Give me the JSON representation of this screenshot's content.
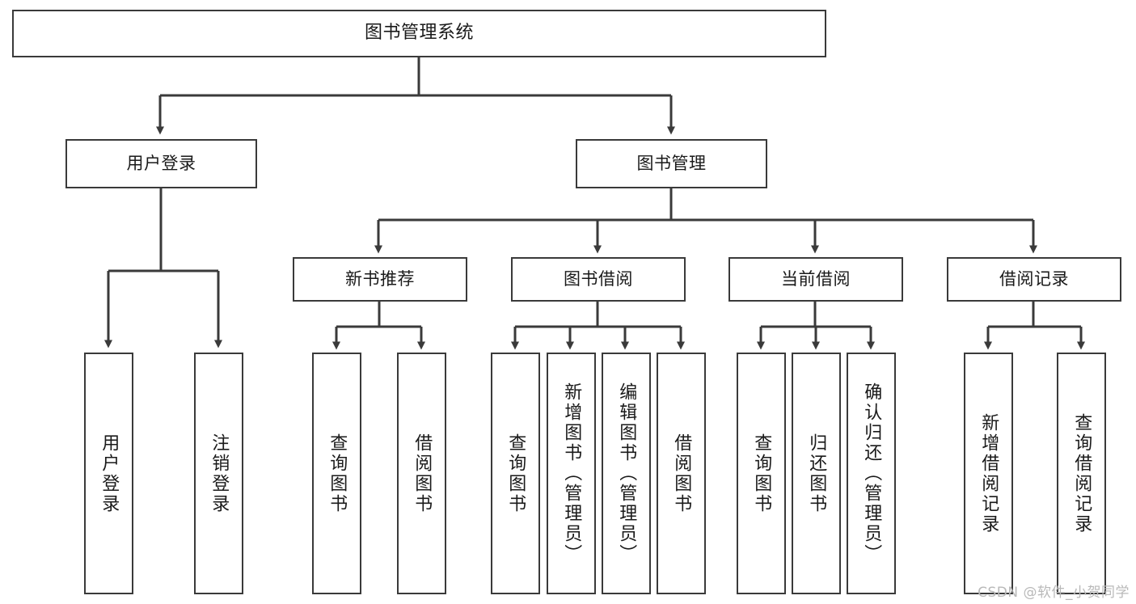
{
  "diagram": {
    "title": "图书管理系统",
    "watermark": "CSDN @软件_小贺同学",
    "edge_color": "#3a3a3a",
    "box_border_color": "#3a3a3a",
    "box_fill_color": "#ffffff",
    "text_color": "#1a1a1a",
    "watermark_color": "#b9b9b9",
    "root": {
      "label": "图书管理系统",
      "orientation": "horizontal"
    },
    "level1": [
      {
        "label": "用户登录",
        "orientation": "horizontal"
      },
      {
        "label": "图书管理",
        "orientation": "horizontal"
      }
    ],
    "level2": [
      {
        "label": "新书推荐",
        "orientation": "horizontal"
      },
      {
        "label": "图书借阅",
        "orientation": "horizontal"
      },
      {
        "label": "当前借阅",
        "orientation": "horizontal"
      },
      {
        "label": "借阅记录",
        "orientation": "horizontal"
      }
    ],
    "leaves": {
      "user_login": [
        {
          "label": "用户登录",
          "orientation": "vertical"
        },
        {
          "label": "注销登录",
          "orientation": "vertical"
        }
      ],
      "new_book_recommend": [
        {
          "label": "查询图书",
          "orientation": "vertical"
        },
        {
          "label": "借阅图书",
          "orientation": "vertical"
        }
      ],
      "book_borrow": [
        {
          "label": "查询图书",
          "orientation": "vertical"
        },
        {
          "label": "新增图书（管理员）",
          "orientation": "vertical"
        },
        {
          "label": "编辑图书（管理员）",
          "orientation": "vertical"
        },
        {
          "label": "借阅图书",
          "orientation": "vertical"
        }
      ],
      "current_borrow": [
        {
          "label": "查询图书",
          "orientation": "vertical"
        },
        {
          "label": "归还图书",
          "orientation": "vertical"
        },
        {
          "label": "确认归还（管理员）",
          "orientation": "vertical"
        }
      ],
      "borrow_record": [
        {
          "label": "新增借阅记录",
          "orientation": "vertical"
        },
        {
          "label": "查询借阅记录",
          "orientation": "vertical"
        }
      ]
    }
  }
}
